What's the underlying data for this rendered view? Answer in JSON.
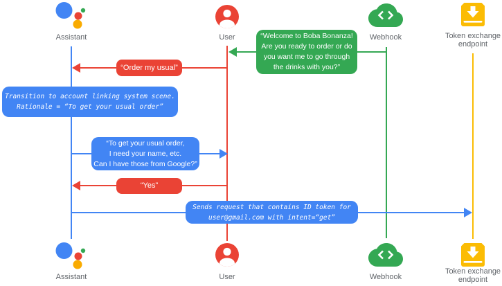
{
  "diagram_type": "sequence-diagram",
  "colors": {
    "assistant_blue": "#4285F4",
    "user_red": "#EA4335",
    "webhook_green": "#34A853",
    "token_yellow": "#FBBC04",
    "label_gray": "#5F6368"
  },
  "actors": {
    "assistant": {
      "label": "Assistant",
      "icon": "google-assistant-logo"
    },
    "user": {
      "label": "User",
      "icon": "user-icon"
    },
    "webhook": {
      "label": "Webhook",
      "icon": "cloud-code-icon"
    },
    "token_endpoint": {
      "label": "Token exchange\nendpoint",
      "icon": "token-inbox-icon"
    }
  },
  "messages": {
    "welcome": {
      "from": "Webhook",
      "to": "User",
      "style": "green-speech",
      "text": "“Welcome to Boba Bonanza!\nAre you ready to order or do\nyou want me to go through\nthe drinks with you?”"
    },
    "order_my_usual": {
      "from": "User",
      "to": "Assistant",
      "style": "red-speech",
      "text": "“Order my usual”"
    },
    "transition_note": {
      "style": "blue-system-note",
      "text": "Transition to account linking system scene.\nRationale = “To get your usual order”"
    },
    "ask_for_info": {
      "from": "Assistant",
      "to": "User",
      "style": "blue-speech",
      "text": "“To get your usual order,\nI need your name, etc.\nCan I have those from Google?”"
    },
    "yes": {
      "from": "User",
      "to": "Assistant",
      "style": "red-speech",
      "text": "“Yes”"
    },
    "send_request": {
      "from": "Assistant",
      "to": "Token exchange endpoint",
      "style": "blue-system-note",
      "text": "Sends request that contains ID token for\nuser@gmail.com with intent=“get”"
    }
  }
}
